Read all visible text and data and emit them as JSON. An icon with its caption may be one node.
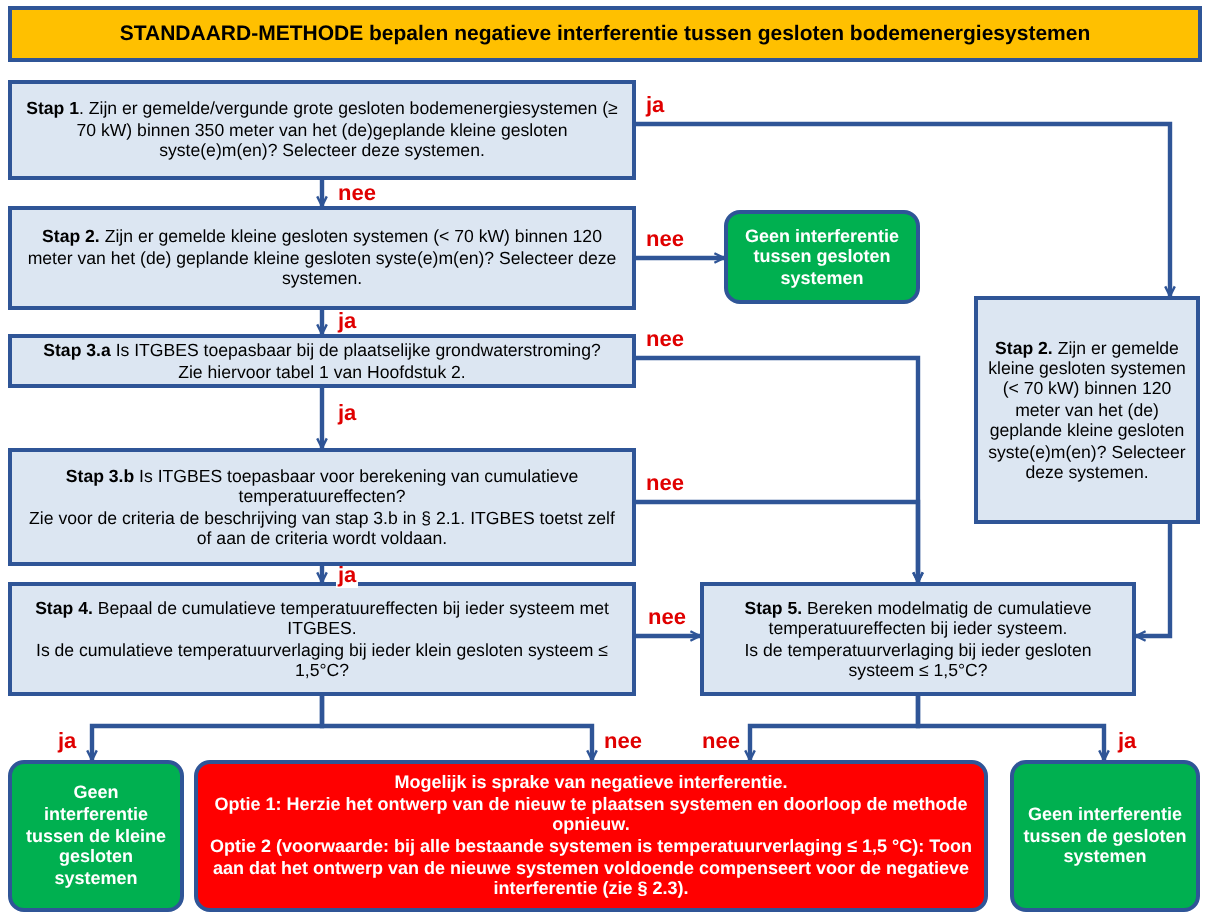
{
  "diagram": {
    "nodes": [
      {
        "text": [
          "STANDAARD-METHODE bepalen negatieve interferentie tussen gesloten bodemenergiesystemen"
        ]
      },
      {
        "text": [
          "**Stap 1**. Zijn er gemelde/vergunde grote gesloten bodemenergiesystemen (≥ 70 kW) binnen 350 meter van het (de)geplande kleine gesloten syste(e)m(en)? Selecteer deze systemen."
        ]
      },
      {
        "text": [
          "**Stap 2.** Zijn er gemelde kleine gesloten systemen (< 70 kW) binnen 120 meter van het (de) geplande kleine gesloten syste(e)m(en)? Selecteer deze systemen."
        ]
      },
      {
        "text": [
          "Geen interferentie tussen gesloten systemen"
        ]
      },
      {
        "text": [
          "**Stap 2.** Zijn er gemelde kleine gesloten systemen (< 70 kW) binnen 120 meter van het (de) geplande kleine gesloten syste(e)m(en)? Selecteer deze systemen."
        ]
      },
      {
        "text": [
          "**Stap 3.a** Is ITGBES toepasbaar bij de plaatselijke grondwaterstroming?",
          "Zie hiervoor tabel 1 van Hoofdstuk 2."
        ]
      },
      {
        "text": [
          "**Stap 3.b** Is ITGBES toepasbaar voor berekening van cumulatieve temperatuureffecten?",
          "Zie voor de criteria de beschrijving van stap 3.b in § 2.1. ITGBES toetst zelf of aan de criteria wordt voldaan."
        ]
      },
      {
        "text": [
          "**Stap 4.** Bepaal de cumulatieve temperatuureffecten bij ieder systeem met ITGBES.",
          "Is de cumulatieve temperatuurverlaging bij ieder klein gesloten systeem ≤ 1,5°C?"
        ]
      },
      {
        "text": [
          "**Stap 5.** Bereken modelmatig de cumulatieve temperatuureffecten bij ieder systeem.",
          "Is de temperatuurverlaging bij ieder gesloten systeem ≤ 1,5°C?"
        ]
      },
      {
        "text": [
          "Geen interferentie tussen de kleine gesloten systemen"
        ]
      },
      {
        "text": [
          "Mogelijk is sprake van negatieve interferentie.",
          "Optie 1: Herzie het ontwerp van de nieuw te plaatsen systemen en doorloop de methode opnieuw.",
          "Optie 2 (voorwaarde: bij alle bestaande systemen is temperatuurverlaging ≤ 1,5 °C): Toon aan dat het ontwerp van de nieuwe systemen voldoende compenseert voor de negatieve interferentie (zie § 2.3)."
        ]
      },
      {
        "text": [
          "Geen interferentie tussen de gesloten systemen"
        ]
      }
    ],
    "edges": [
      {
        "from": 1,
        "to": 2,
        "arrow": "to",
        "label": "nee"
      },
      {
        "from": 1,
        "to": 4,
        "arrow": "to",
        "label": "ja"
      },
      {
        "from": 2,
        "to": 3,
        "arrow": "to",
        "label": "nee"
      },
      {
        "from": 2,
        "to": 5,
        "arrow": "to",
        "label": "ja"
      },
      {
        "from": 5,
        "to": 8,
        "arrow": "to",
        "label": "nee"
      },
      {
        "from": 5,
        "to": 6,
        "arrow": "to",
        "label": "ja"
      },
      {
        "from": 6,
        "to": 8,
        "arrow": "to",
        "label": "nee"
      },
      {
        "from": 6,
        "to": 7,
        "arrow": "to",
        "label": "ja"
      },
      {
        "from": 7,
        "to": 8,
        "arrow": "to",
        "label": "nee"
      },
      {
        "from": 4,
        "to": 8,
        "arrow": "to"
      },
      {
        "from": 7,
        "to": 9,
        "arrow": "to",
        "label": "ja"
      },
      {
        "from": 7,
        "to": 10,
        "arrow": "to",
        "label": "nee"
      },
      {
        "from": 8,
        "to": 10,
        "arrow": "to",
        "label": "nee"
      },
      {
        "from": 8,
        "to": 11,
        "arrow": "to",
        "label": "ja"
      }
    ]
  }
}
